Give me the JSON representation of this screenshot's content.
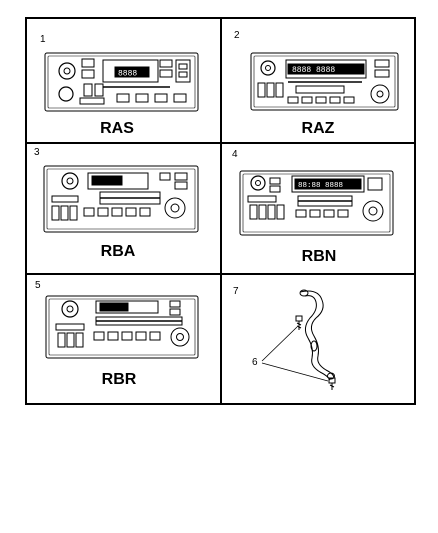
{
  "cells": [
    {
      "number": "1",
      "label": "RAS"
    },
    {
      "number": "2",
      "label": "RAZ"
    },
    {
      "number": "3",
      "label": "RBA"
    },
    {
      "number": "4",
      "label": "RBN"
    },
    {
      "number": "5",
      "label": "RBR"
    },
    {
      "number": "7",
      "label": ""
    }
  ],
  "callouts": {
    "screws": "6"
  },
  "displays": {
    "ras": "8888",
    "raz": "8888 8888",
    "rbn": "88:88 8888"
  }
}
